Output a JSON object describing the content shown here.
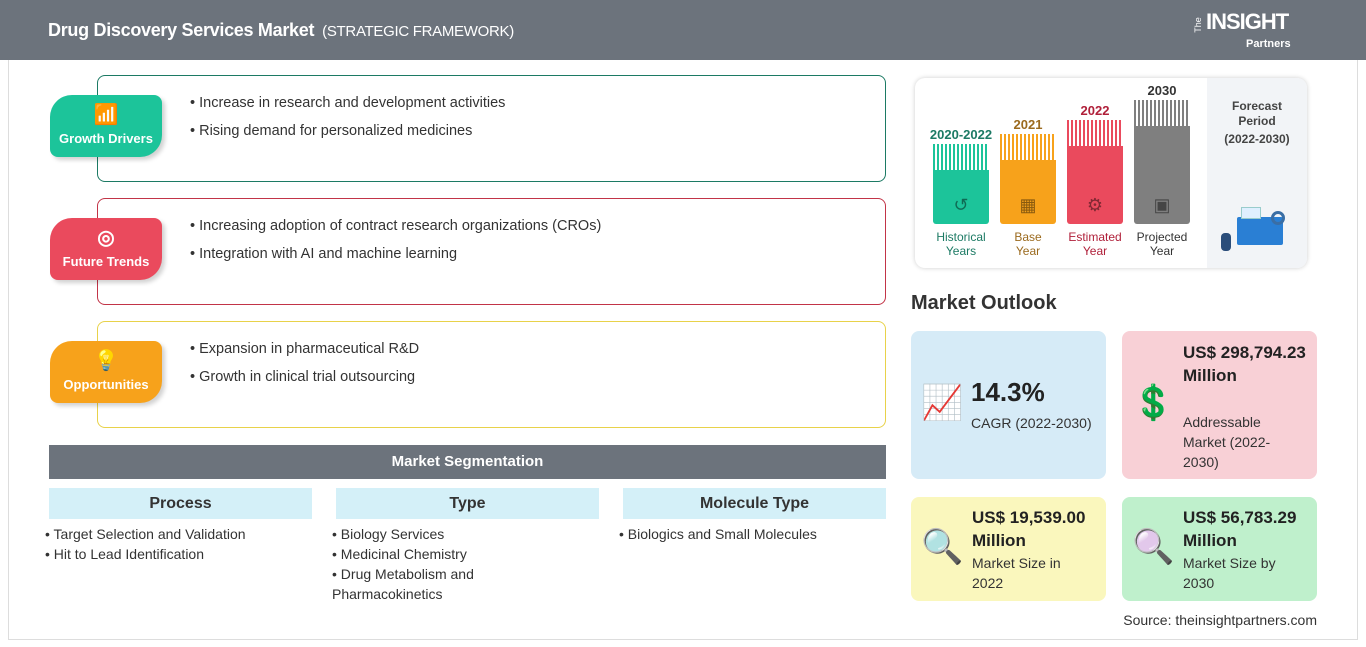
{
  "header": {
    "title": "Drug Discovery Services Market",
    "subtitle": "(STRATEGIC FRAMEWORK)",
    "logo": {
      "the": "The",
      "insight": "INSIGHT",
      "partners": "Partners"
    }
  },
  "framework": [
    {
      "label": "Growth Drivers",
      "icon": "growth-chart-icon",
      "color": "#1cc49a",
      "border": "#1c7a64",
      "bullets": [
        "Increase in research and development activities",
        "Rising demand for personalized medicines"
      ]
    },
    {
      "label": "Future Trends",
      "icon": "target-icon",
      "color": "#ea4a5d",
      "border": "#c23447",
      "bullets": [
        "Increasing adoption of contract research organizations (CROs)",
        "Integration with AI and machine learning"
      ]
    },
    {
      "label": "Opportunities",
      "icon": "lightbulb-hand-icon",
      "color": "#f7a21b",
      "border": "#e8d24a",
      "bullets": [
        "Expansion in pharmaceutical R&D",
        "Growth in clinical trial outsourcing"
      ]
    }
  ],
  "segmentation": {
    "title": "Market Segmentation",
    "columns": [
      {
        "header": "Process",
        "items": [
          "Target Selection and Validation",
          "Hit to Lead Identification"
        ]
      },
      {
        "header": "Type",
        "items": [
          "Biology Services",
          "Medicinal Chemistry",
          "Drug Metabolism and Pharmacokinetics"
        ]
      },
      {
        "header": "Molecule Type",
        "items": [
          "Biologics and Small Molecules"
        ]
      }
    ]
  },
  "timeline": {
    "bars": [
      {
        "year": "2020-2022",
        "label1": "Historical",
        "label2": "Years",
        "color": "#1cc49a",
        "text_color": "#1c7a64",
        "icon": "history-clock-icon"
      },
      {
        "year": "2021",
        "label1": "Base",
        "label2": "Year",
        "color": "#f7a21b",
        "text_color": "#9b6a1e",
        "icon": "calendar-icon"
      },
      {
        "year": "2022",
        "label1": "Estimated",
        "label2": "Year",
        "color": "#ea4a5d",
        "text_color": "#b0203a",
        "icon": "settings-monitor-icon"
      },
      {
        "year": "2030",
        "label1": "Projected",
        "label2": "Year",
        "color": "#7f7f7f",
        "text_color": "#333333",
        "icon": "presentation-board-icon"
      }
    ],
    "forecast": {
      "line1": "Forecast",
      "line2": "Period",
      "line3": "(2022-2030)"
    }
  },
  "outlook": {
    "title": "Market Outlook",
    "cards": [
      {
        "value": "14.3%",
        "label": "CAGR (2022-2030)",
        "color": "#d6ebf7",
        "icon": "growth-chart-icon"
      },
      {
        "value": "US$ 298,794.23 Million",
        "label": "Addressable Market (2022-2030)",
        "color": "#f8d0d6",
        "icon": "dollar-bulb-icon"
      },
      {
        "value": "US$ 19,539.00 Million",
        "label": "Market Size in 2022",
        "color": "#faf7bd",
        "icon": "magnifier-chart-icon"
      },
      {
        "value": "US$ 56,783.29 Million",
        "label": "Market Size by 2030",
        "color": "#bff0cc",
        "icon": "magnifier-chart-icon"
      }
    ]
  },
  "source": "Source: theinsightpartners.com"
}
